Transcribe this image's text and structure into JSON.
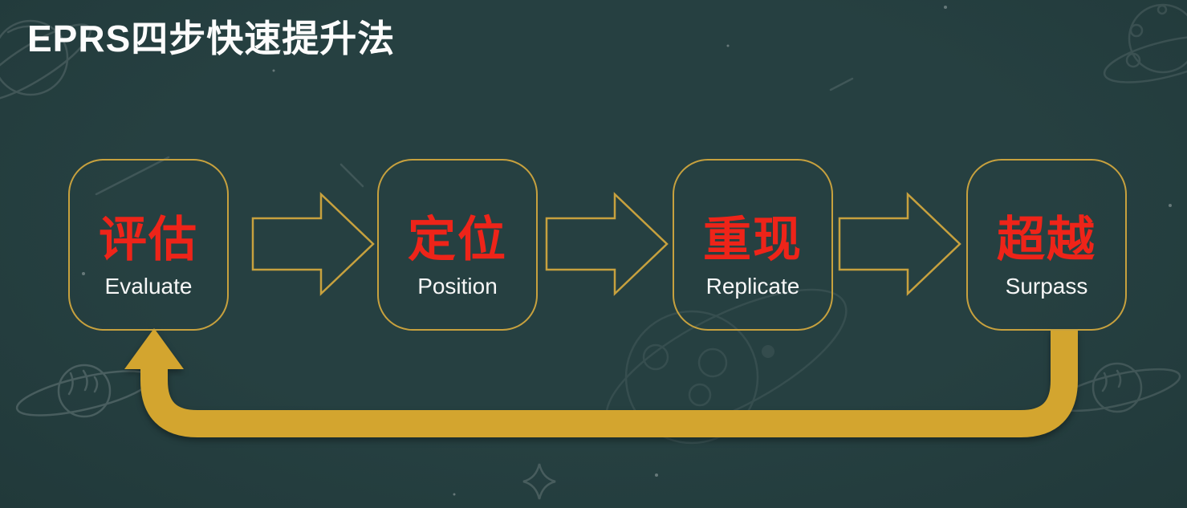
{
  "title": "EPRS四步快速提升法",
  "steps": [
    {
      "zh": "评估",
      "en": "Evaluate"
    },
    {
      "zh": "定位",
      "en": "Position"
    },
    {
      "zh": "重现",
      "en": "Replicate"
    },
    {
      "zh": "超越",
      "en": "Surpass"
    }
  ],
  "flow": {
    "direction": "left-to-right",
    "connector": "outlined-block-arrow",
    "feedback_loop": "from step 4 (超越) back to step 1 (评估)"
  },
  "colors": {
    "background": "#264041",
    "background_edge": "#21393a",
    "box_border_gold": "#c7a13e",
    "arrow_outline_gold": "#c7a13e",
    "loop_arrow_gold": "#d3a52f",
    "step_zh_red": "#ee2419",
    "step_en_white": "#f7f7f7",
    "title_white": "#fcfcfc",
    "doodle_chalk": "#ffffff"
  },
  "decorations": [
    "planet-doodle-top-left",
    "planet-doodle-top-right",
    "planet-doodle-bottom-left",
    "planet-doodle-bottom-center",
    "planet-doodle-bottom-right",
    "sparkle-doodle",
    "chalk-specks",
    "chalk-scratches"
  ]
}
